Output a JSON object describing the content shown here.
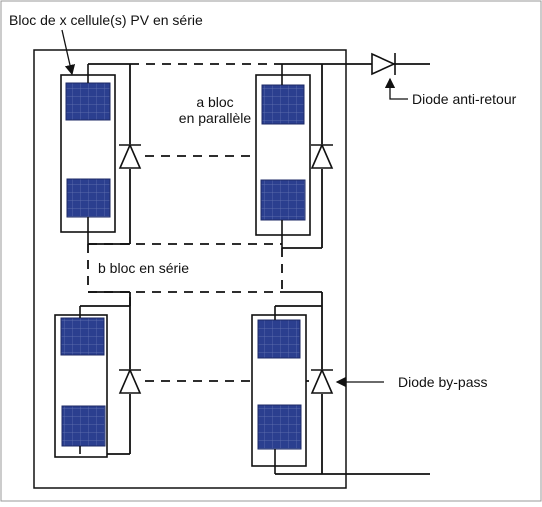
{
  "labels": {
    "title": "Bloc de x cellule(s) PV en série",
    "anti_return_diode": "Diode anti-retour",
    "parallel_line1": "a bloc",
    "parallel_line2": "en parallèle",
    "series": "b bloc en série",
    "bypass_diode": "Diode by-pass"
  },
  "colors": {
    "cell_blue": "#2b3f8f",
    "cell_blue_dark": "#1c2a66",
    "cell_grid": "#8b98c9",
    "line": "#111111"
  }
}
